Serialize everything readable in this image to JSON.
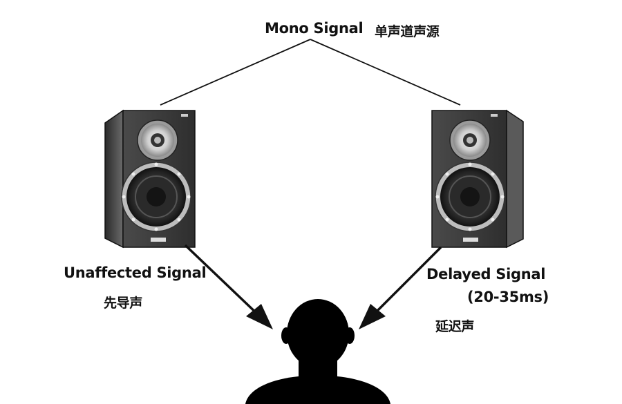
{
  "title": {
    "en": "Mono Signal",
    "zh": "单声道声源"
  },
  "left": {
    "label_en": "Unaffected Signal",
    "label_zh": "先导声"
  },
  "right": {
    "label_en": "Delayed Signal",
    "delay": "(20-35ms)",
    "label_zh": "延迟声"
  },
  "colors": {
    "background": "#ffffff",
    "line": "#111111",
    "cabinet_front": "#3a3a3a",
    "cabinet_side": "#555555",
    "ring_metal": "#b8b8b8",
    "silhouette": "#000000"
  }
}
